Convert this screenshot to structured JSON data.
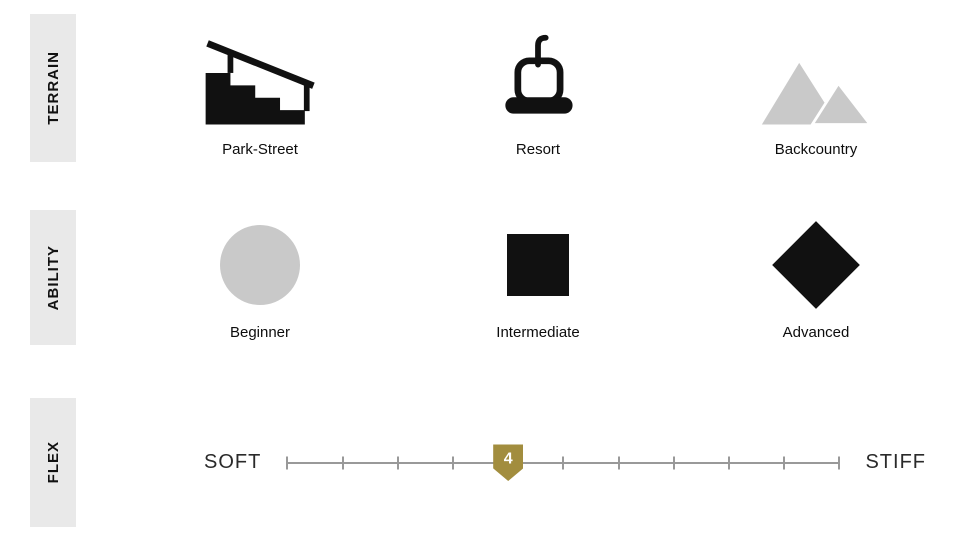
{
  "terrain": {
    "label": "TERRAIN",
    "items": [
      {
        "label": "Park-Street",
        "icon": "stairs-rail-icon",
        "state": "active"
      },
      {
        "label": "Resort",
        "icon": "chairlift-icon",
        "state": "active"
      },
      {
        "label": "Backcountry",
        "icon": "mountains-icon",
        "state": "inactive"
      }
    ]
  },
  "ability": {
    "label": "ABILITY",
    "items": [
      {
        "label": "Beginner",
        "icon": "circle-icon",
        "state": "inactive"
      },
      {
        "label": "Intermediate",
        "icon": "square-icon",
        "state": "active"
      },
      {
        "label": "Advanced",
        "icon": "diamond-icon",
        "state": "active"
      }
    ]
  },
  "flex": {
    "label": "FLEX",
    "min_label": "SOFT",
    "max_label": "STIFF",
    "value": "4",
    "ticks": 11,
    "marker_index": 4
  },
  "colors": {
    "active": "#111111",
    "inactive": "#c9c9c9",
    "badge": "#a28d3e",
    "row_label_bg": "#e9e9e9",
    "scale": "#999999"
  }
}
